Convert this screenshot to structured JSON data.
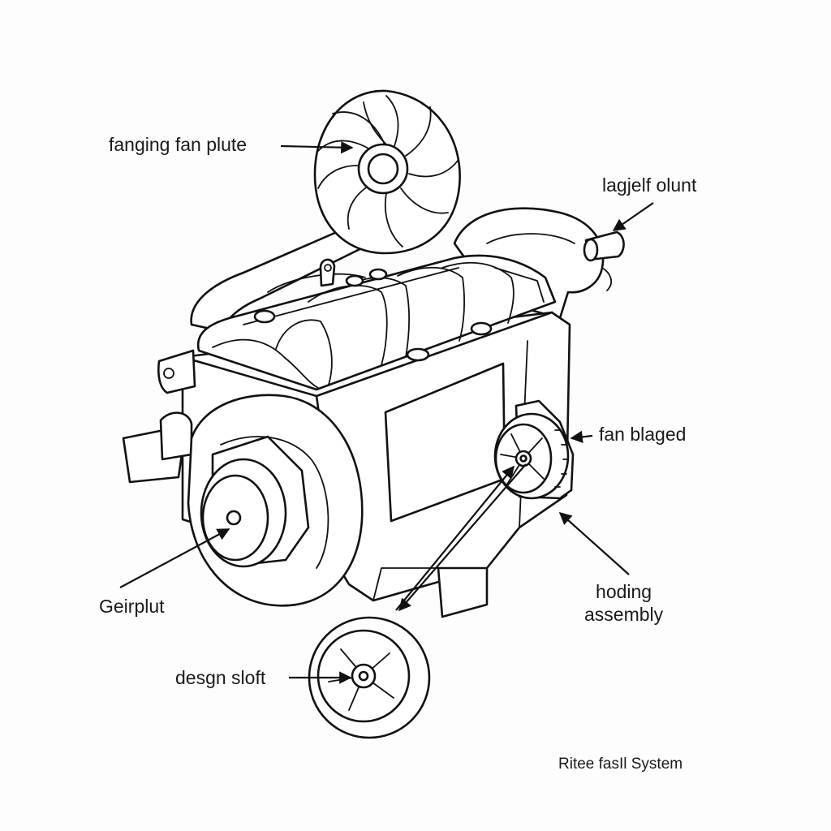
{
  "labels": {
    "fan_plate": "fanging fan plute",
    "outlet": "lagjelf olunt",
    "fan_blade": "fan blaged",
    "gear_plate": "Geirplut",
    "housing": "hoding\nassembly",
    "design_shaft": "desgn sloft"
  },
  "caption": "Ritee fasIl System",
  "colors": {
    "ink": "#111111",
    "paper": "#fdfdfd"
  }
}
